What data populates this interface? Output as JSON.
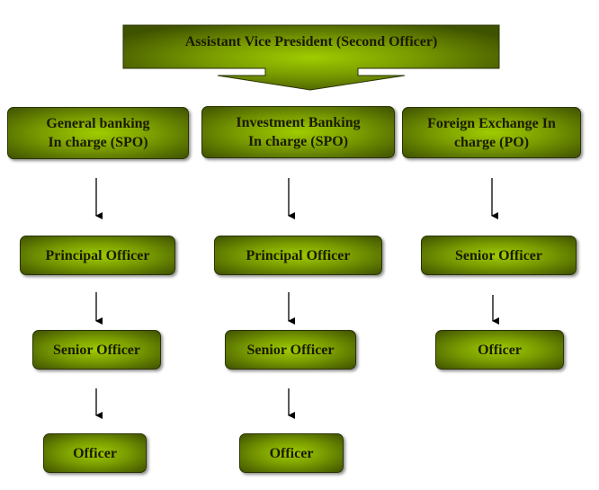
{
  "top": {
    "label": "Assistant Vice President (Second Officer)"
  },
  "columns": [
    {
      "head": {
        "line1": "General banking",
        "line2": "In charge (SPO)"
      },
      "levels": [
        "Principal Officer",
        "Senior Officer",
        "Officer"
      ]
    },
    {
      "head": {
        "line1": "Investment Banking",
        "line2": "In charge (SPO)"
      },
      "levels": [
        "Principal Officer",
        "Senior Officer",
        "Officer"
      ]
    },
    {
      "head": {
        "line1": "Foreign Exchange In",
        "line2": "charge (PO)"
      },
      "levels": [
        "Senior Officer",
        "Officer"
      ]
    }
  ],
  "colors": {
    "fill_center": "#9fcc00",
    "fill_edge": "#3f5200",
    "border": "#2a3300"
  }
}
